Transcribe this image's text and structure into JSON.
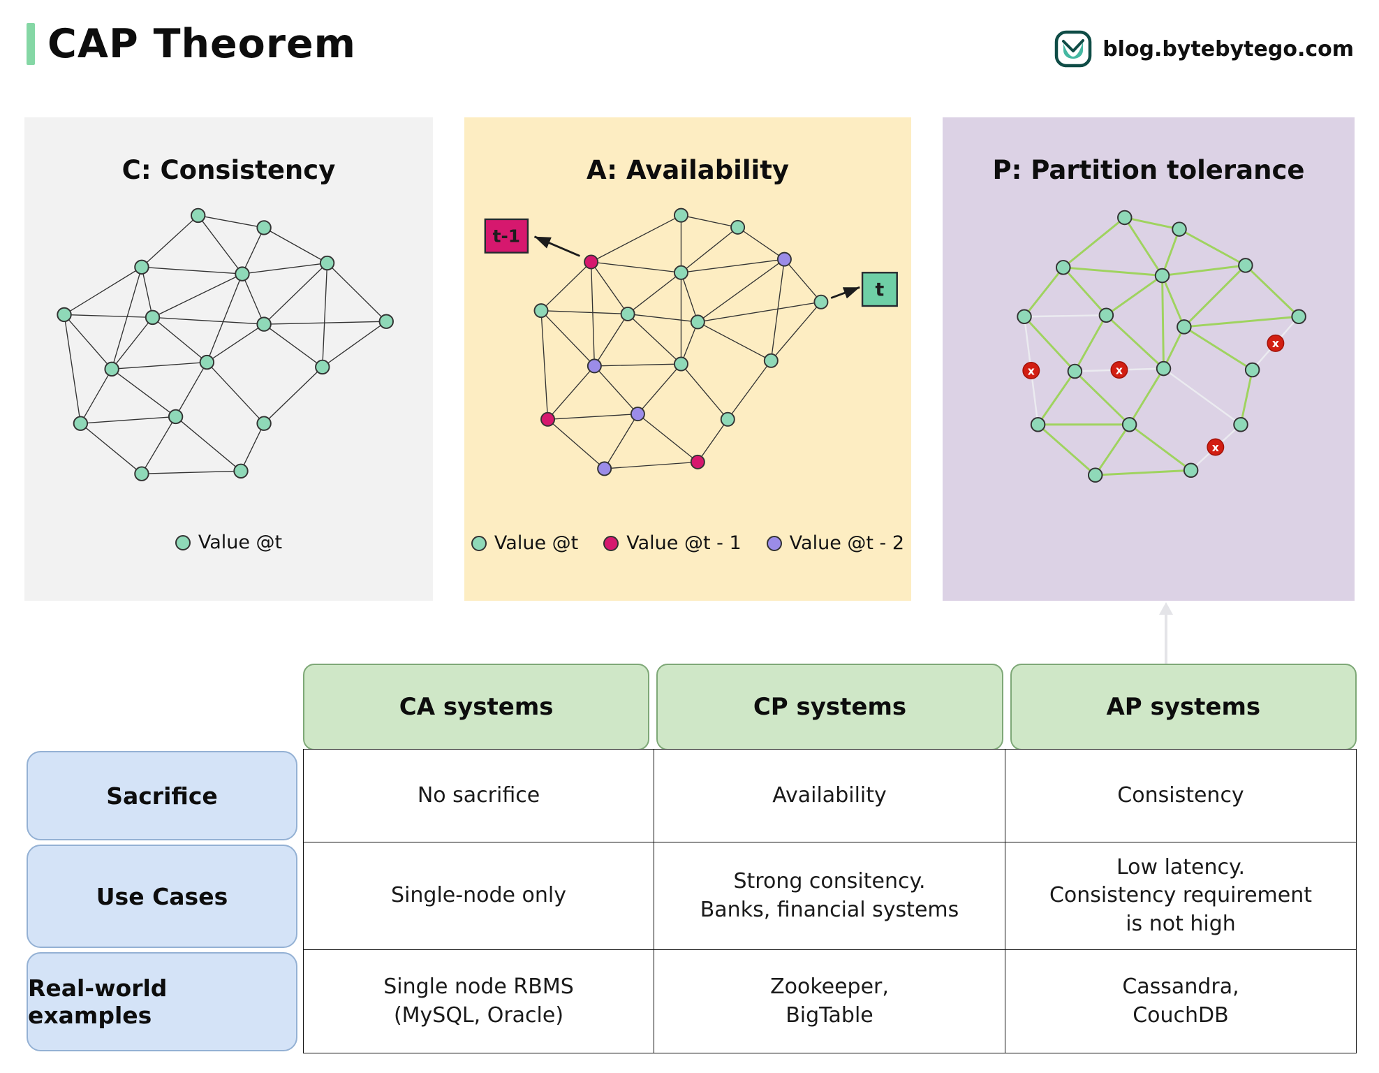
{
  "header": {
    "title": "CAP Theorem",
    "site": "blog.bytebytego.com"
  },
  "colors": {
    "accent_green": "#85d7a5",
    "node_value_t": "#8fd9b8",
    "node_value_t1": "#d6186e",
    "node_value_t2": "#9b8ce8",
    "broken_link_red": "#d21e12",
    "panel_consistency_bg": "#f2f2f2",
    "panel_availability_bg": "#fdedc2",
    "panel_partition_bg": "#dcd2e5"
  },
  "panels": {
    "consistency": {
      "title": "C: Consistency",
      "legend": [
        {
          "label": "Value @t",
          "color": "#8fd9b8"
        }
      ]
    },
    "availability": {
      "title": "A: Availability",
      "tag_t_minus_1": "t-1",
      "tag_t": "t",
      "legend": [
        {
          "label": "Value @t",
          "color": "#8fd9b8"
        },
        {
          "label": "Value @t - 1",
          "color": "#d6186e"
        },
        {
          "label": "Value @t - 2",
          "color": "#9b8ce8"
        }
      ]
    },
    "partition": {
      "title": "P: Partition tolerance",
      "broken_label": "x",
      "broken_color": "#d21e12"
    }
  },
  "table": {
    "columns": [
      "CA systems",
      "CP systems",
      "AP systems"
    ],
    "rows": [
      {
        "label": "Sacrifice",
        "cells": [
          "No sacrifice",
          "Availability",
          "Consistency"
        ]
      },
      {
        "label": "Use Cases",
        "cells": [
          "Single-node only",
          "Strong consitency.\nBanks, financial systems",
          "Low latency.\nConsistency requirement\nis not high"
        ]
      },
      {
        "label": "Real-world examples",
        "cells": [
          "Single node RBMS\n(MySQL, Oracle)",
          "Zookeeper,\nBigTable",
          "Cassandra,\nCouchDB"
        ]
      }
    ]
  }
}
